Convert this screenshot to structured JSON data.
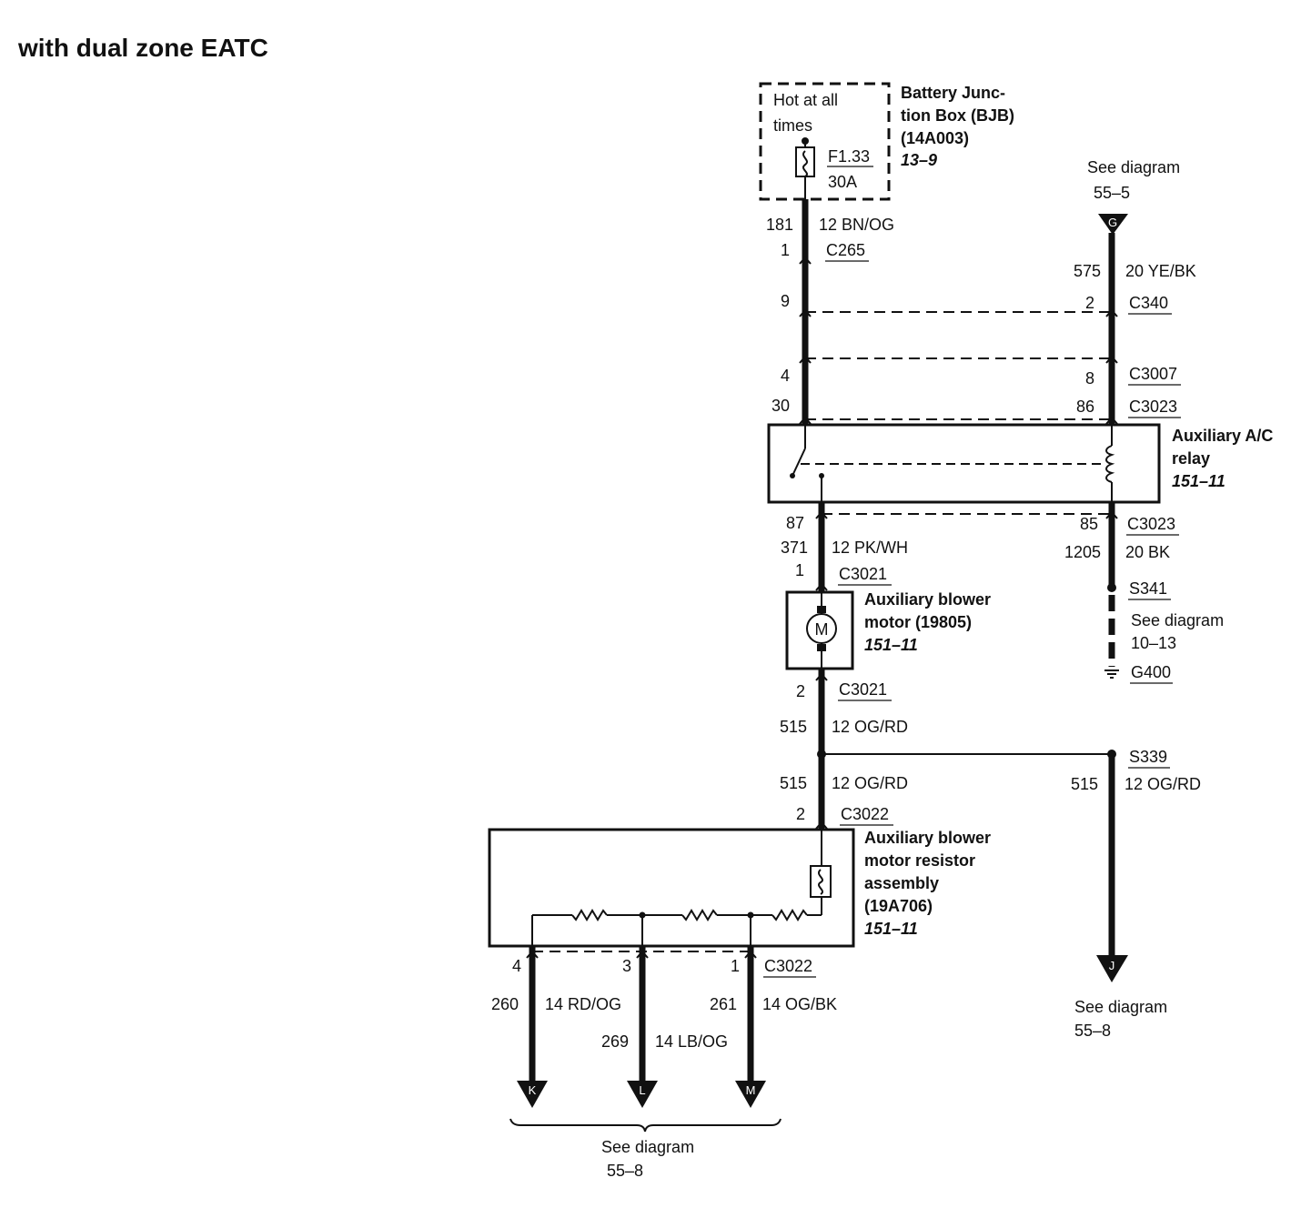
{
  "title": "with dual zone EATC",
  "bjb": {
    "hot": [
      "Hot at all",
      "times"
    ],
    "fuse": "F1.33",
    "fuse_rating": "30A",
    "name": [
      "Battery Junc-",
      "tion Box (BJB)",
      "(14A003)"
    ],
    "ref": "13–9"
  },
  "ref_g": {
    "see": "See diagram",
    "page": "55–5",
    "letter": "G"
  },
  "wire_181": {
    "circuit": "181",
    "spec": "12 BN/OG"
  },
  "c265": {
    "pin": "1",
    "name": "C265"
  },
  "wire_575": {
    "circuit": "575",
    "spec": "20 YE/BK"
  },
  "c340": {
    "pin_left": "9",
    "pin_right": "2",
    "name": "C340"
  },
  "c3007": {
    "pin_left": "4",
    "pin_right": "8",
    "name": "C3007"
  },
  "c3023_top": {
    "pin_left": "30",
    "pin_right": "86",
    "name": "C3023"
  },
  "relay": {
    "name": [
      "Auxiliary A/C",
      "relay"
    ],
    "ref": "151–11"
  },
  "c3023_bottom": {
    "pin_left": "87",
    "pin_right": "85",
    "name": "C3023"
  },
  "wire_371": {
    "circuit": "371",
    "spec": "12 PK/WH"
  },
  "wire_1205": {
    "circuit": "1205",
    "spec": "20 BK"
  },
  "c3021_top": {
    "pin": "1",
    "name": "C3021"
  },
  "motor": {
    "symbol": "M",
    "name": [
      "Auxiliary blower",
      "motor (19805)"
    ],
    "ref": "151–11"
  },
  "s341": "S341",
  "ground_ref": {
    "see": "See diagram",
    "page": "10–13"
  },
  "g400": "G400",
  "c3021_bottom": {
    "pin": "2",
    "name": "C3021"
  },
  "wire_515_a": {
    "circuit": "515",
    "spec": "12 OG/RD"
  },
  "s339": "S339",
  "wire_515_b": {
    "circuit": "515",
    "spec": "12 OG/RD"
  },
  "wire_515_c": {
    "circuit": "515",
    "spec": "12 OG/RD"
  },
  "c3022_top": {
    "pin": "2",
    "name": "C3022"
  },
  "resistor": {
    "name": [
      "Auxiliary blower",
      "motor resistor",
      "assembly",
      "(19A706)"
    ],
    "ref": "151–11"
  },
  "c3022_bottom": {
    "pins": [
      "4",
      "3",
      "1"
    ],
    "name": "C3022"
  },
  "wire_260": {
    "circuit": "260",
    "spec": "14 RD/OG"
  },
  "wire_269": {
    "circuit": "269",
    "spec": "14 LB/OG"
  },
  "wire_261": {
    "circuit": "261",
    "spec": "14 OG/BK"
  },
  "bottom_letters": [
    "K",
    "L",
    "M"
  ],
  "ref_bottom": {
    "see": "See diagram",
    "page": "55–8"
  },
  "ref_j": {
    "letter": "J",
    "see": "See diagram",
    "page": "55–8"
  }
}
